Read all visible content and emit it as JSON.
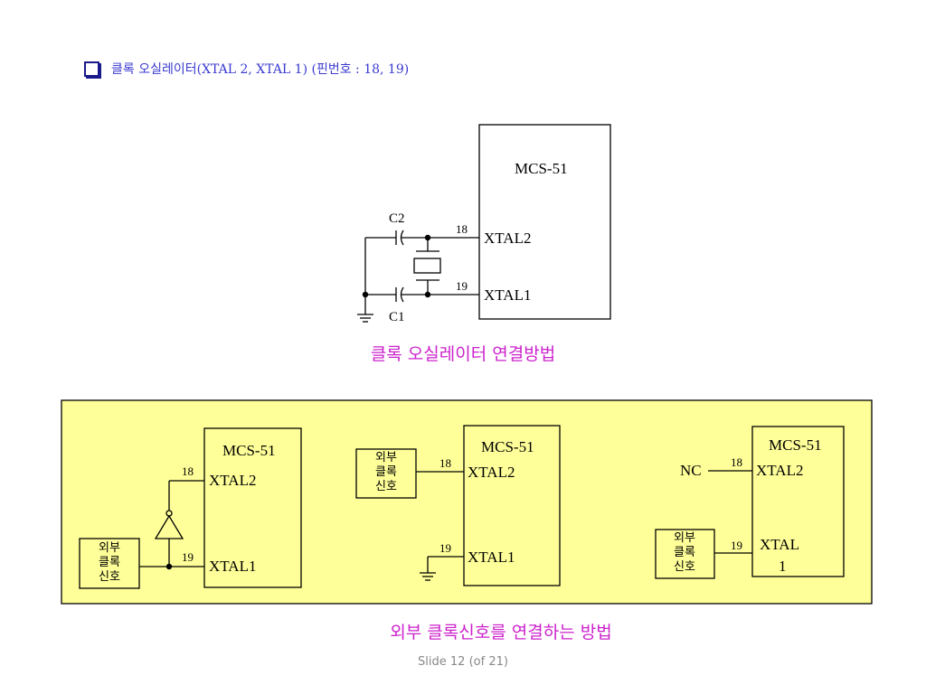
{
  "header": {
    "title": "클록 오실레이터(XTAL 2, XTAL 1) (핀번호 : 18, 19)"
  },
  "top_diagram": {
    "chip_label": "MCS-51",
    "pin_xtal2": "XTAL2",
    "pin_xtal1": "XTAL1",
    "pin_num_18": "18",
    "pin_num_19": "19",
    "cap_c2": "C2",
    "cap_c1": "C1",
    "caption": "클록 오실레이터 연결방법"
  },
  "bottom_panel": {
    "panel_color": "#ffff99",
    "left": {
      "chip_label": "MCS-51",
      "pin_xtal2": "XTAL2",
      "pin_xtal1": "XTAL1",
      "pin_num_18": "18",
      "pin_num_19": "19",
      "ext_lines": [
        "외부",
        "클록",
        "신호"
      ]
    },
    "middle": {
      "chip_label": "MCS-51",
      "pin_xtal2": "XTAL2",
      "pin_xtal1": "XTAL1",
      "pin_num_18": "18",
      "pin_num_19": "19",
      "ext_lines": [
        "외부",
        "클록",
        "신호"
      ]
    },
    "right": {
      "chip_label": "MCS-51",
      "pin_xtal2": "XTAL2",
      "pin_xtal1_line1": "XTAL",
      "pin_xtal1_line2": "1",
      "pin_num_18": "18",
      "pin_num_19": "19",
      "nc_label": "NC",
      "ext_lines": [
        "외부",
        "클록",
        "신호"
      ]
    },
    "caption": "외부 클록신호를 연결하는 방법"
  },
  "footer": {
    "slide_label": "Slide  12 (of  21)"
  },
  "colors": {
    "header_text": "#3a3ad0",
    "caption": "#cc22cc",
    "footer": "#888888"
  },
  "icons": {
    "bullet": "hollow-square-bullet-icon"
  }
}
